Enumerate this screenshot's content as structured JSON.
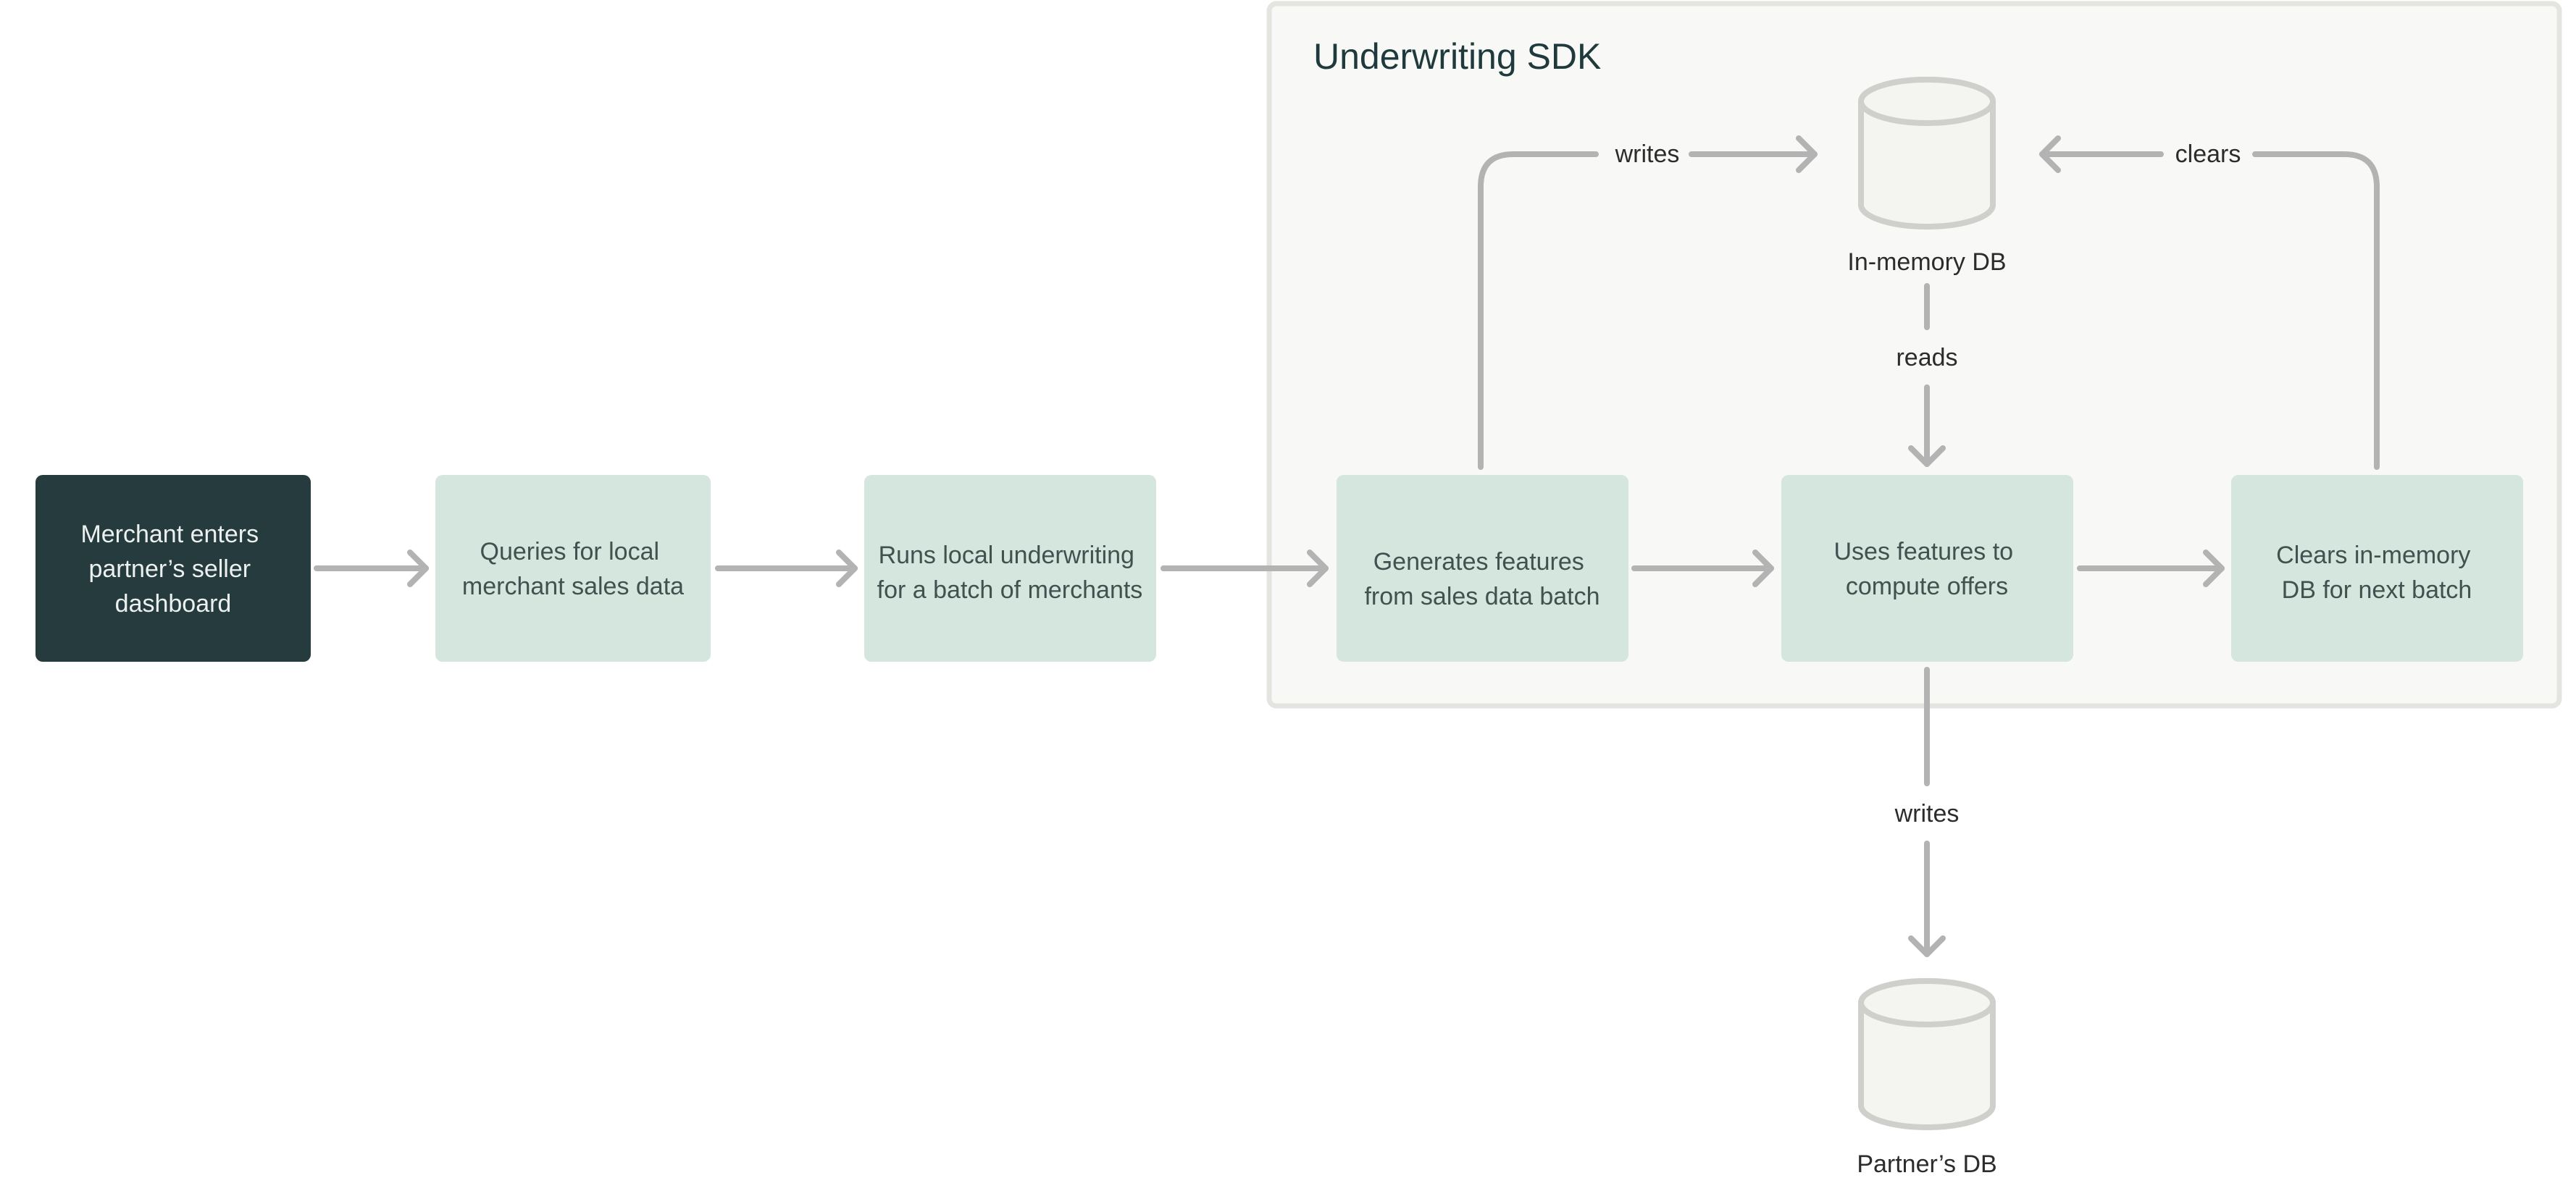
{
  "group": {
    "title": "Underwriting SDK"
  },
  "nodes": {
    "merchant_enters": [
      "Merchant enters",
      "partner’s seller",
      "dashboard"
    ],
    "queries_local": [
      "Queries for local",
      "merchant sales data"
    ],
    "runs_underwriting": [
      "Runs local underwriting",
      "for a batch of merchants"
    ],
    "generates_features": [
      "Generates features",
      "from sales data batch"
    ],
    "uses_features": [
      "Uses features to",
      "compute offers"
    ],
    "clears_db": [
      "Clears in-memory",
      "DB for next batch"
    ]
  },
  "databases": {
    "in_memory": "In-memory DB",
    "partner": "Partner’s DB"
  },
  "edge_labels": {
    "writes_memory": "writes",
    "clears_memory": "clears",
    "reads_memory": "reads",
    "writes_partner": "writes"
  },
  "colors": {
    "start_node": "#253b3d",
    "step_node": "#d4e6dd",
    "edge": "#b3b3b3",
    "group_background": "#f8f8f6"
  }
}
